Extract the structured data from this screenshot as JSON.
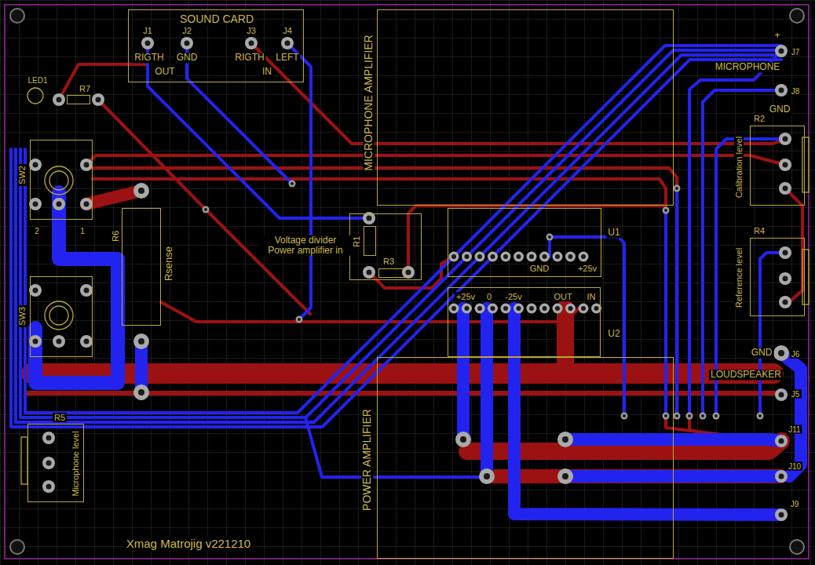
{
  "diagram": {
    "nodes": [
      {
        "text": [
          "SOUND CARD"
        ]
      },
      {
        "text": [
          "MICROPHONE AMPLIFIER"
        ]
      },
      {
        "text": [
          "POWER AMPLIFIER"
        ]
      },
      {
        "text": [
          "U1",
          "GND",
          "+25v"
        ]
      },
      {
        "text": [
          "U2",
          "+25v",
          "0",
          "-25v",
          "OUT",
          "IN"
        ]
      },
      {
        "text": [
          "R2",
          "Calibration level"
        ]
      },
      {
        "text": [
          "R4",
          "Reference level"
        ]
      },
      {
        "text": [
          "R5",
          "Microphone level"
        ]
      },
      {
        "text": [
          "R6",
          "Rsense"
        ]
      },
      {
        "text": [
          "Voltage divider Power amplifier in"
        ]
      },
      {
        "text": [
          "R1"
        ],
        "in": 9
      },
      {
        "text": [
          "R3"
        ],
        "in": 9
      },
      {
        "text": [
          "SW2"
        ]
      },
      {
        "text": [
          "SW3"
        ]
      },
      {
        "text": [
          "R7"
        ]
      }
    ],
    "labels": [
      "J1",
      "J2",
      "J3",
      "J4",
      "RIGTH",
      "GND",
      "OUT",
      "RIGTH",
      "LEFT",
      "IN",
      "LED1",
      "2",
      "1",
      "+",
      "J7",
      "MICROPHONE",
      "J8",
      "GND",
      "GND",
      "J6",
      "LOUDSPEAKER",
      "J5",
      "J11",
      "J10",
      "J9",
      "Xmag Matrojig v221210"
    ]
  }
}
